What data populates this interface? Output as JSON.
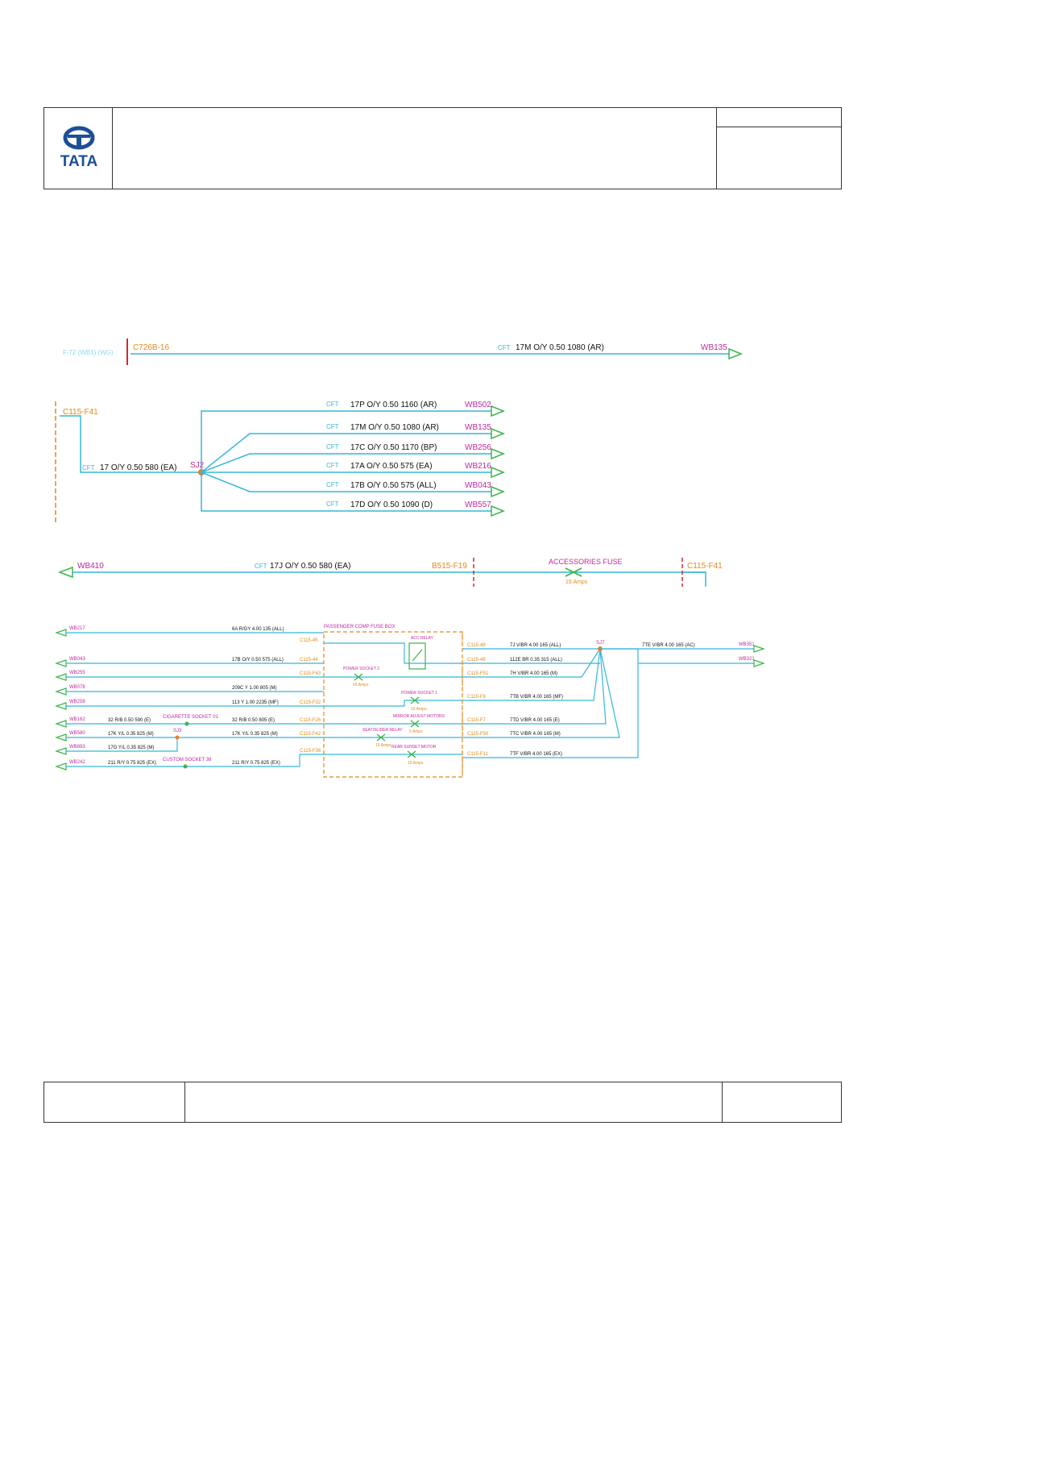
{
  "header": {
    "logo": {
      "text": "TATA",
      "color": "#1d4f96"
    }
  },
  "colors": {
    "wire": "#35b7d8",
    "connector": "#e08a1a",
    "destination": "#c0279e",
    "arrow": "#3cb54a",
    "splice": "#ef7d22",
    "fuse_border": "#d62828",
    "label": "#111111"
  },
  "diagram1": {
    "source": "C726B-16",
    "wire": "17M O/Y 0.50 1080 (AR)",
    "destination": "WB135"
  },
  "diagram2": {
    "source": "C115-F41",
    "feed_wire": "17 O/Y 0.50 580 (EA)",
    "splice": "SJ2",
    "branches": [
      {
        "wire": "17P O/Y 0.50 1160 (AR)",
        "dest": "WB502"
      },
      {
        "wire": "17M O/Y 0.50 1080 (AR)",
        "dest": "WB135"
      },
      {
        "wire": "17C O/Y 0.50 1170 (BP)",
        "dest": "WB256"
      },
      {
        "wire": "17A O/Y 0.50 575 (EA)",
        "dest": "WB216"
      },
      {
        "wire": "17B O/Y 0.50 575 (ALL)",
        "dest": "WB043"
      },
      {
        "wire": "17D O/Y 0.50 1090 (D)",
        "dest": "WB557"
      }
    ]
  },
  "diagram3": {
    "dest": "WB410",
    "wire": "17J O/Y 0.50 580 (EA)",
    "mid_connector": "B515-F19",
    "fuse_label": "ACCESSORIES FUSE",
    "fuse_rating": "15 Amps",
    "source": "C115-F41"
  },
  "diagram4": {
    "box_title": "PASSENGER COMP FUSE BOX",
    "left_rows": [
      {
        "dest": "WB217",
        "wire": "6A R/GY 4.00 135 (ALL)",
        "conn": "C115-45"
      },
      {
        "dest": "WB043",
        "wire": "17B O/Y 0.50 575 (ALL)",
        "conn": "C115-44"
      },
      {
        "dest": "WB255",
        "wire": "",
        "conn": "C115-F43"
      },
      {
        "dest": "WB078",
        "wire": "209C Y 1.00 805 (M)",
        "conn": ""
      },
      {
        "dest": "WB258",
        "wire": "113 Y 1.00 2235 (MF)",
        "conn": "C115-F32"
      },
      {
        "dest": "WB162",
        "wire": "32 R/B 0.50 805 (E)",
        "conn": "C115-F26"
      },
      {
        "dest": "WB580",
        "wire": "17K Y/L 0.35 825 (M)",
        "conn": "C115-F42"
      },
      {
        "dest": "WB893",
        "wire": "17G Y/L 0.35 825 (M)",
        "conn": ""
      },
      {
        "dest": "WB242",
        "wire": "211 R/Y 0.75 825 (EX)",
        "conn": "C115-F36"
      }
    ],
    "left_extra": [
      {
        "wire": "32 R/B 0.50 590 (E)",
        "label": "CIGARETTE SOCKET 01"
      },
      {
        "wire": "211 R/Y 0.75 825 (EX)",
        "label": "CUSTOM SOCKET 38"
      }
    ],
    "splice_left": "SJ3",
    "components": [
      {
        "name": "ACC RELAY"
      },
      {
        "name": "POWER SOCKET 2",
        "rating": "15 Amps"
      },
      {
        "name": "POWER SOCKET 1",
        "rating": "15 Amps"
      },
      {
        "name": "MIRROR ADJUST MOTORS",
        "rating": "5 Amps"
      },
      {
        "name": "SEAT/SLIDER RELAY",
        "rating": "15 Amps"
      },
      {
        "name": "REAR SUNSET MOTOR",
        "rating": "15 Amps"
      }
    ],
    "right_rows": [
      {
        "conn": "C115-48",
        "wire": "7J V/BR 4.00 165 (ALL)"
      },
      {
        "conn": "C115-49",
        "wire": "112E BR 0.35 315 (ALL)"
      },
      {
        "conn": "C115-F51",
        "wire": "7H V/BR 4.00 165 (M)"
      },
      {
        "conn": "C115-F8",
        "wire": "7TB V/BR 4.00 165 (MF)"
      },
      {
        "conn": "C115-F7",
        "wire": "7TD V/BR 4.00 165 (E)"
      },
      {
        "conn": "C115-F50",
        "wire": "7TC V/BR 4.00 165 (M)"
      },
      {
        "conn": "C115-F11",
        "wire": "7TF V/BR 4.00 165 (EX)"
      }
    ],
    "splice_right": "SJ7",
    "out_wire": "7TE V/BR 4.00 165 (AC)",
    "out_dests": [
      "WB351",
      "WB321"
    ]
  },
  "footer": {
    "left_box": "",
    "center": "",
    "right_box": ""
  }
}
